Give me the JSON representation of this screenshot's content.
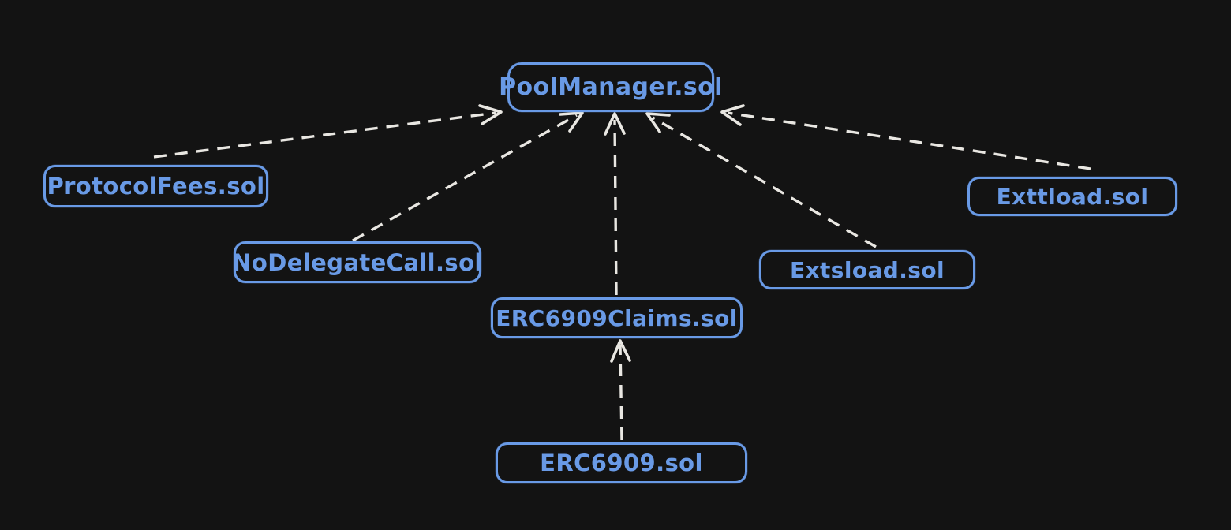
{
  "diagram": {
    "theme": {
      "background": "#131313",
      "node": "#699ae6",
      "arrow": "#e9e7e2"
    },
    "nodes": [
      {
        "id": "poolmanager",
        "label": "PoolManager.sol"
      },
      {
        "id": "protocolfees",
        "label": "ProtocolFees.sol"
      },
      {
        "id": "nodelegatecall",
        "label": "NoDelegateCall.sol"
      },
      {
        "id": "erc6909claims",
        "label": "ERC6909Claims.sol"
      },
      {
        "id": "extsload",
        "label": "Extsload.sol"
      },
      {
        "id": "exttload",
        "label": "Exttload.sol"
      },
      {
        "id": "erc6909",
        "label": "ERC6909.sol"
      }
    ],
    "edges": [
      {
        "from": "ProtocolFees.sol",
        "to": "PoolManager.sol",
        "style": "dashed",
        "arrowhead": "open"
      },
      {
        "from": "NoDelegateCall.sol",
        "to": "PoolManager.sol",
        "style": "dashed",
        "arrowhead": "open"
      },
      {
        "from": "ERC6909Claims.sol",
        "to": "PoolManager.sol",
        "style": "dashed",
        "arrowhead": "open"
      },
      {
        "from": "Extsload.sol",
        "to": "PoolManager.sol",
        "style": "dashed",
        "arrowhead": "open"
      },
      {
        "from": "Exttload.sol",
        "to": "PoolManager.sol",
        "style": "dashed",
        "arrowhead": "open"
      },
      {
        "from": "ERC6909.sol",
        "to": "ERC6909Claims.sol",
        "style": "dashed",
        "arrowhead": "open"
      }
    ]
  }
}
